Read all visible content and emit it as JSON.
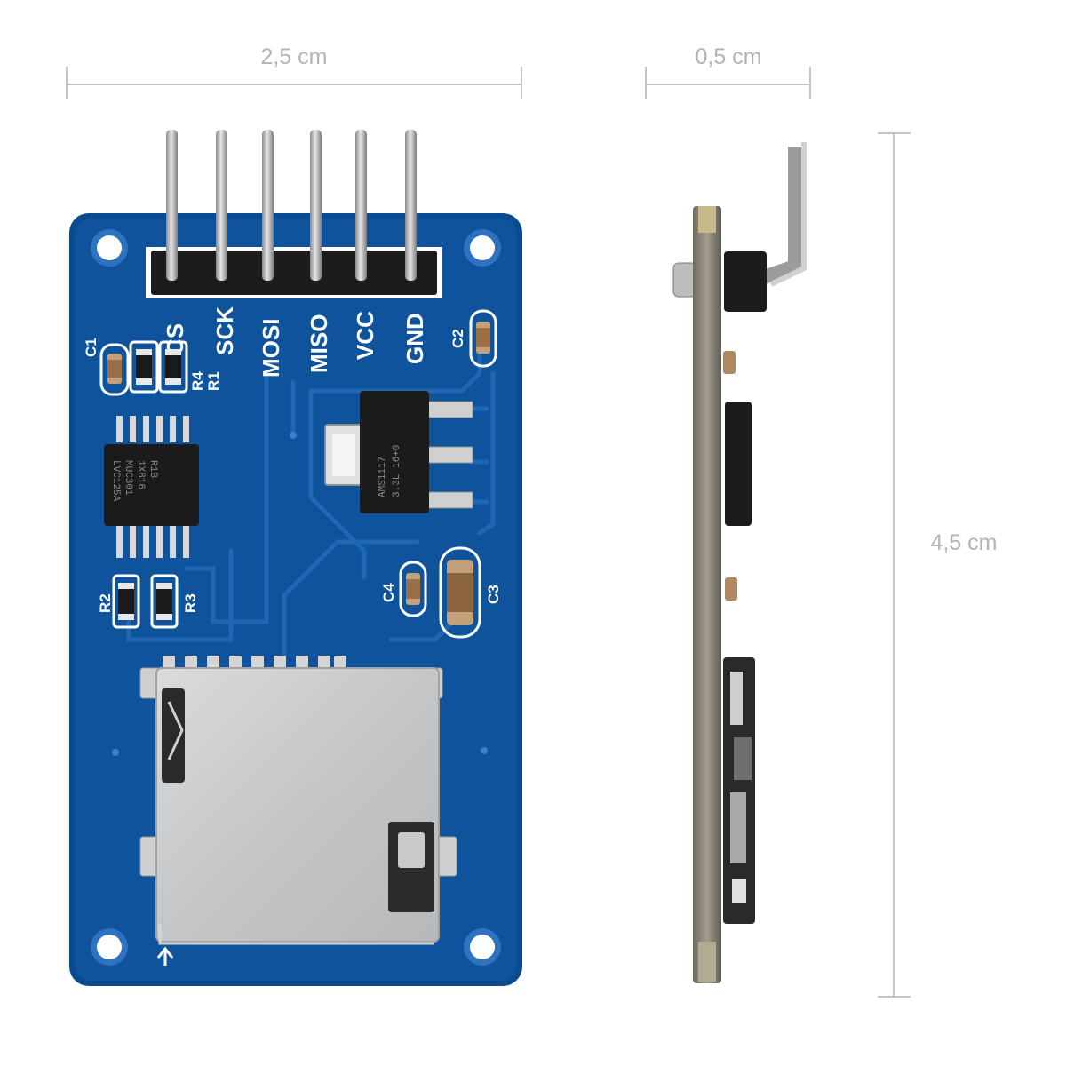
{
  "dimensions": {
    "width_label": "2,5 cm",
    "thickness_label": "0,5 cm",
    "height_label": "4,5 cm"
  },
  "board": {
    "pins": [
      "CS",
      "SCK",
      "MOSI",
      "MISO",
      "VCC",
      "GND"
    ],
    "components": {
      "c1": "C1",
      "c2": "C2",
      "c3": "C3",
      "c4": "C4",
      "r1": "R1",
      "r2": "R2",
      "r3": "R3",
      "r4": "R4"
    },
    "regulator_text": [
      "AMS1117",
      "3.3L 16+0"
    ],
    "ic_text": [
      "LVC125A",
      "MUC301",
      "1X816",
      "R1B"
    ]
  },
  "colors": {
    "pcb": "#0d4e96",
    "trace": "#1f67b3",
    "silkscreen": "#ffffff",
    "pin_metal": "#b9b9b9",
    "header_black": "#1c1c1c",
    "card_slot": "#c9cbcc"
  }
}
